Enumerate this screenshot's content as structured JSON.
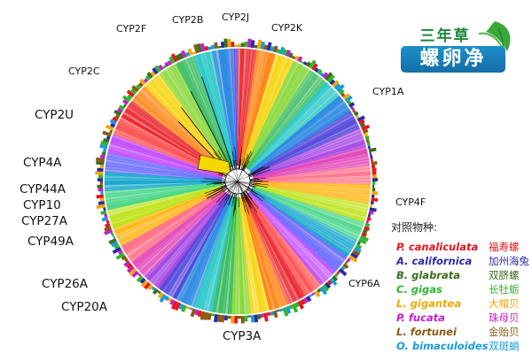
{
  "tree": {
    "families": [
      {
        "name": "CYP2B"
      },
      {
        "name": "CYP2J"
      },
      {
        "name": "CYP2K"
      },
      {
        "name": "CYP2F"
      },
      {
        "name": "CYP2C"
      },
      {
        "name": "CYP1A"
      },
      {
        "name": "CYP2U"
      },
      {
        "name": "CYP4A"
      },
      {
        "name": "CYP44A"
      },
      {
        "name": "CYP10"
      },
      {
        "name": "CYP27A"
      },
      {
        "name": "CYP49A"
      },
      {
        "name": "CYP4F"
      },
      {
        "name": "CYP6A"
      },
      {
        "name": "CYP26A"
      },
      {
        "name": "CYP20A"
      },
      {
        "name": "CYP3A"
      }
    ]
  },
  "logo": {
    "top_text": "三年草",
    "bottom_text": "螺卵净"
  },
  "legend": {
    "title": "对照物种:",
    "items": [
      {
        "species": "P. canaliculata",
        "cn": "福寿螺",
        "color": "#e8141c"
      },
      {
        "species": "A. californica",
        "cn": "加州海兔",
        "color": "#2a2aa8"
      },
      {
        "species": "B. glabrata",
        "cn": "双脐螺",
        "color": "#3e6b1f"
      },
      {
        "species": "C. gigas",
        "cn": "长牡蛎",
        "color": "#2fb52f"
      },
      {
        "species": "L. gigantea",
        "cn": "大帽贝",
        "color": "#f0a800"
      },
      {
        "species": "P. fucata",
        "cn": "珠母贝",
        "color": "#c020c8"
      },
      {
        "species": "L. fortunei",
        "cn": "金贻贝",
        "color": "#8a5a10"
      },
      {
        "species": "O. bimaculoides",
        "cn": "双斑蛸",
        "color": "#1a9bd7"
      }
    ]
  },
  "colors": {
    "palette": [
      "#e8141c",
      "#ff7a00",
      "#f5d200",
      "#7ad324",
      "#1fb34a",
      "#17c2c2",
      "#1a7fe0",
      "#3b2fd6",
      "#9b2fe0",
      "#e02fb0",
      "#ff5f7a",
      "#ffb000",
      "#b8e000",
      "#34d27a",
      "#00a0c8",
      "#5a5aff",
      "#c040ff",
      "#ff3c3c"
    ]
  }
}
